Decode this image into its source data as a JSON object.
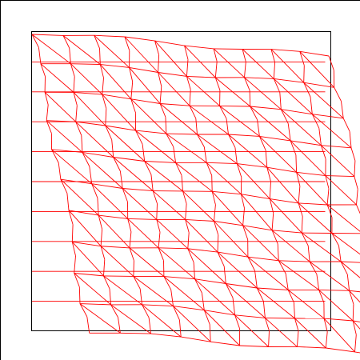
{
  "colors": {
    "background": "#ffffff",
    "frame": "#000000",
    "mesh": "#ff0000"
  },
  "diagram": {
    "type": "sheared-mesh-overlay",
    "grid_rows": 10,
    "grid_cols": 10,
    "frame_visible": true,
    "outer_border_visible": true,
    "clip_to_canvas": true
  }
}
